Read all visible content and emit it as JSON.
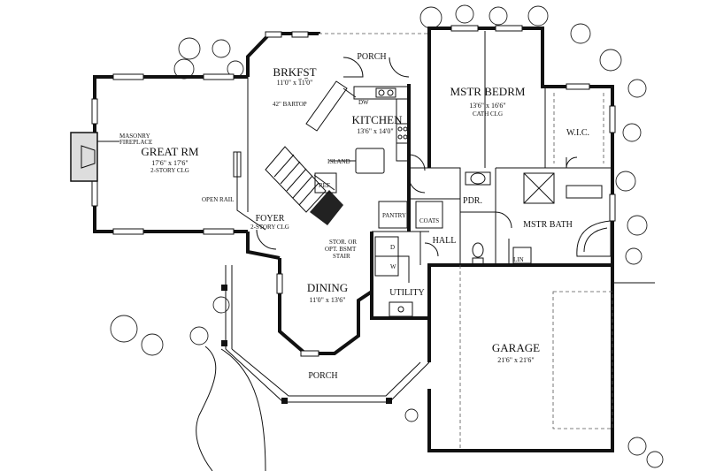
{
  "rooms": {
    "porch_top": {
      "name": "PORCH"
    },
    "brkfst": {
      "name": "BRKFST",
      "dims": "11'0\" x 11'0\""
    },
    "mstr_bedrm": {
      "name": "MSTR BEDRM",
      "dims": "13'6\" x 16'6\"",
      "note": "CATH CLG"
    },
    "wic": {
      "name": "W.I.C."
    },
    "kitchen": {
      "name": "KITCHEN",
      "dims": "13'6\" x 14'0\""
    },
    "great_rm": {
      "name": "GREAT RM",
      "dims": "17'6\" x 17'6\"",
      "note": "2-STORY CLG"
    },
    "foyer": {
      "name": "FOYER",
      "note": "2-STORY CLG"
    },
    "pdr": {
      "name": "PDR."
    },
    "mstr_bath": {
      "name": "MSTR BATH"
    },
    "hall": {
      "name": "HALL"
    },
    "utility": {
      "name": "UTILITY"
    },
    "dining": {
      "name": "DINING",
      "dims": "11'0\" x 13'6\""
    },
    "garage": {
      "name": "GARAGE",
      "dims": "21'6\" x 21'6\""
    },
    "porch_bottom": {
      "name": "PORCH"
    }
  },
  "annotations": {
    "bartop": "42\" BARTOP",
    "masonry": "MASONRY",
    "fireplace": "FIREPLACE",
    "island": "ISLAND",
    "open_rail": "OPEN RAIL",
    "ref": "REF",
    "pantry": "PANTRY",
    "coats": "COATS",
    "stor": "STOR. OR",
    "bsmt": "OPT. BSMT",
    "stair": "STAIR",
    "lin": "LIN",
    "dw": "DW",
    "dryer": "D",
    "washer": "W"
  }
}
